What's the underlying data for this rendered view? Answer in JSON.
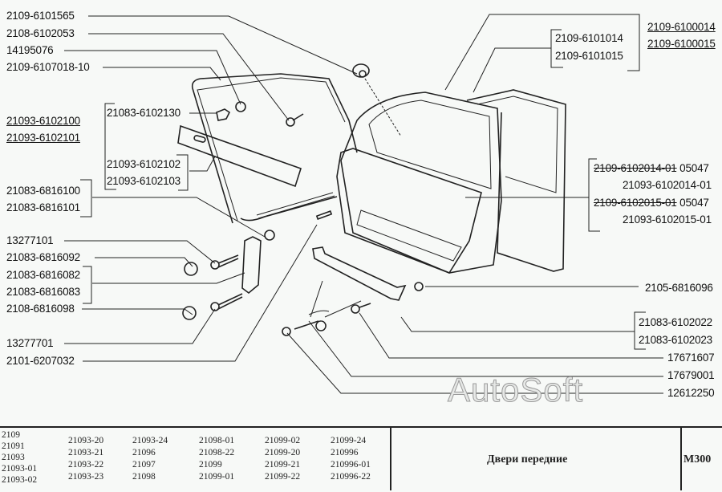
{
  "diagram": {
    "left_labels": [
      {
        "id": "l1",
        "text": "2109-6101565"
      },
      {
        "id": "l2",
        "text": "2108-6102053"
      },
      {
        "id": "l3",
        "text": "14195076"
      },
      {
        "id": "l4",
        "text": "2109-6107018-10"
      },
      {
        "id": "l5",
        "text": "21093-6102100",
        "underlined": true
      },
      {
        "id": "l6",
        "text": "21093-6102101",
        "underlined": true
      },
      {
        "id": "l7",
        "text": "21083-6102130"
      },
      {
        "id": "l8",
        "text": "21093-6102102"
      },
      {
        "id": "l9",
        "text": "21093-6102103"
      },
      {
        "id": "l10",
        "text": "21083-6816100"
      },
      {
        "id": "l11",
        "text": "21083-6816101"
      },
      {
        "id": "l12",
        "text": "13277101"
      },
      {
        "id": "l13",
        "text": "21083-6816092"
      },
      {
        "id": "l14",
        "text": "21083-6816082"
      },
      {
        "id": "l15",
        "text": "21083-6816083"
      },
      {
        "id": "l16",
        "text": "2108-6816098"
      },
      {
        "id": "l17",
        "text": "13277701"
      },
      {
        "id": "l18",
        "text": "2101-6207032"
      }
    ],
    "right_labels": [
      {
        "id": "r1",
        "text": "2109-6100014",
        "underlined": true
      },
      {
        "id": "r2",
        "text": "2109-6100015",
        "underlined": true
      },
      {
        "id": "r3",
        "text": "2109-6101014"
      },
      {
        "id": "r4",
        "text": "2109-6101015"
      },
      {
        "id": "r5",
        "text": "2109-6102014-01",
        "struck": true,
        "suffix": "05047"
      },
      {
        "id": "r6",
        "text": "21093-6102014-01"
      },
      {
        "id": "r7",
        "text": "2109-6102015-01",
        "struck": true,
        "suffix": "05047"
      },
      {
        "id": "r8",
        "text": "21093-6102015-01"
      },
      {
        "id": "r9",
        "text": "2105-6816096"
      },
      {
        "id": "r10",
        "text": "21083-6102022"
      },
      {
        "id": "r11",
        "text": "21083-6102023"
      },
      {
        "id": "r12",
        "text": "17671607"
      },
      {
        "id": "r13",
        "text": "17679001"
      },
      {
        "id": "r14",
        "text": "12612250"
      }
    ],
    "watermark": "AutoSoft"
  },
  "footer": {
    "models_col1": [
      "2109",
      "21091",
      "21093",
      "21093-01",
      "21093-02"
    ],
    "models_col2": [
      "21093-20",
      "21093-21",
      "21093-22",
      "21093-23"
    ],
    "models_col3": [
      "21093-24",
      "21096",
      "21097",
      "21098"
    ],
    "models_col4": [
      "21098-01",
      "21098-22",
      "21099",
      "21099-01"
    ],
    "models_col5": [
      "21099-02",
      "21099-20",
      "21099-21",
      "21099-22"
    ],
    "models_col6": [
      "21099-24",
      "210996",
      "210996-01",
      "210996-22"
    ],
    "section_title": "Двери передние",
    "section_code": "M300"
  }
}
